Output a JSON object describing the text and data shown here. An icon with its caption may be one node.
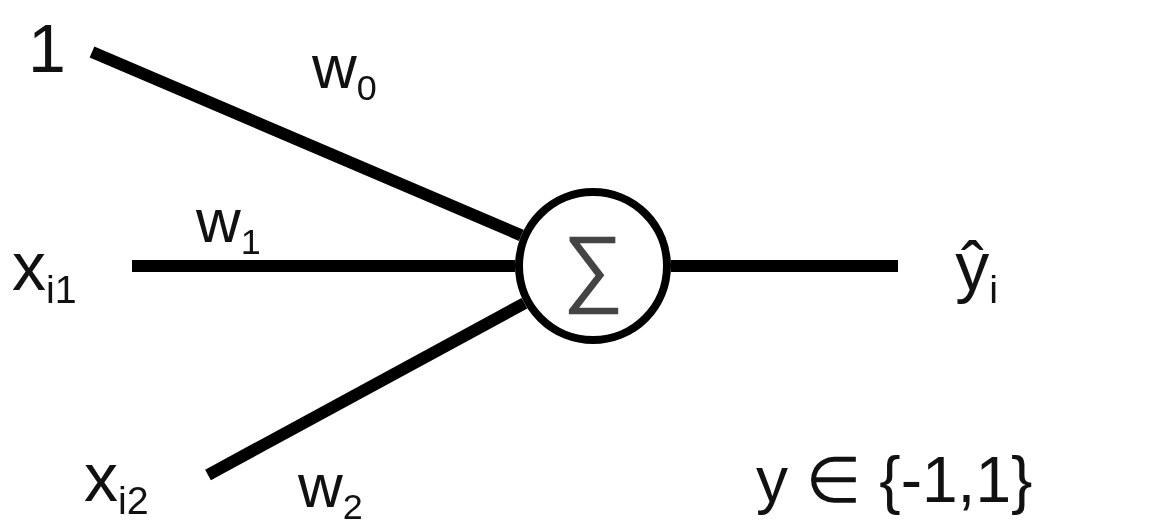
{
  "diagram": {
    "nodes": [
      {
        "text": [
          "1"
        ]
      },
      {
        "text": [
          "x$_{i1}$"
        ]
      },
      {
        "text": [
          "x$_{i2}$"
        ]
      },
      {
        "text": [
          "∑"
        ]
      },
      {
        "text": [
          "ŷ$_{i}$"
        ]
      }
    ],
    "edges": [
      {
        "from": 0,
        "to": 3,
        "arrow": "none",
        "label": "w$_{0}$"
      },
      {
        "from": 1,
        "to": 3,
        "arrow": "none",
        "label": "w$_{1}$"
      },
      {
        "from": 2,
        "to": 3,
        "arrow": "none",
        "label": "w$_{2}$"
      },
      {
        "from": 3,
        "to": 4,
        "arrow": "none"
      }
    ],
    "labels": [
      "y ∈ {-1,1}"
    ]
  }
}
